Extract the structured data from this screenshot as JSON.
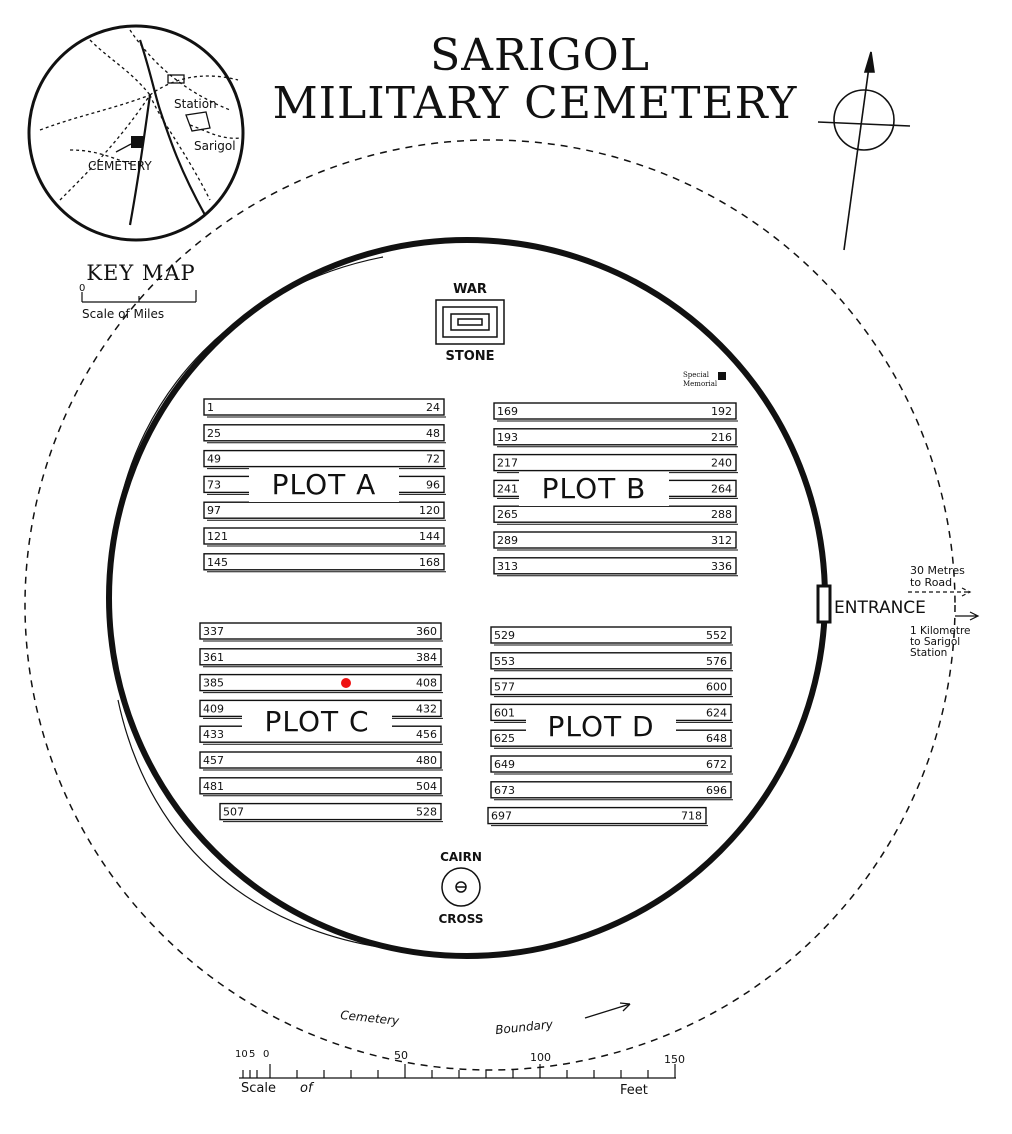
{
  "title": {
    "line1": "SARIGOL",
    "line2": "MILITARY CEMETERY"
  },
  "key_map": {
    "label": "KEY MAP",
    "scale_label": "Scale of Miles",
    "scale_zero": "0",
    "station": "Station",
    "village": "Sarigol",
    "cemetery": "CEMETERY"
  },
  "war_stone": {
    "top": "WAR",
    "bottom": "STONE"
  },
  "special_memorial": {
    "line1": "Special",
    "line2": "Memorial"
  },
  "cairn_cross": {
    "top": "CAIRN",
    "bottom": "CROSS"
  },
  "entrance": {
    "label": "ENTRANCE",
    "road_line1": "30 Metres",
    "road_line2": "to Road",
    "station_line1": "1 Kilometre",
    "station_line2": "to Sarigol",
    "station_line3": "Station"
  },
  "boundary": {
    "word1": "Cemetery",
    "word2": "Boundary"
  },
  "scale_feet": {
    "ticks": [
      "10",
      "5",
      "0",
      "50",
      "100",
      "150"
    ],
    "word1": "Scale",
    "word2": "of",
    "word3": "Feet"
  },
  "plots": [
    {
      "name": "PLOT A",
      "rows": [
        {
          "start": "1",
          "end": "24"
        },
        {
          "start": "25",
          "end": "48"
        },
        {
          "start": "49",
          "end": "72"
        },
        {
          "start": "73",
          "end": "96"
        },
        {
          "start": "97",
          "end": "120"
        },
        {
          "start": "121",
          "end": "144"
        },
        {
          "start": "145",
          "end": "168"
        }
      ]
    },
    {
      "name": "PLOT B",
      "rows": [
        {
          "start": "169",
          "end": "192"
        },
        {
          "start": "193",
          "end": "216"
        },
        {
          "start": "217",
          "end": "240"
        },
        {
          "start": "241",
          "end": "264"
        },
        {
          "start": "265",
          "end": "288"
        },
        {
          "start": "289",
          "end": "312"
        },
        {
          "start": "313",
          "end": "336"
        }
      ]
    },
    {
      "name": "PLOT C",
      "rows": [
        {
          "start": "337",
          "end": "360"
        },
        {
          "start": "361",
          "end": "384"
        },
        {
          "start": "385",
          "end": "408"
        },
        {
          "start": "409",
          "end": "432"
        },
        {
          "start": "433",
          "end": "456"
        },
        {
          "start": "457",
          "end": "480"
        },
        {
          "start": "481",
          "end": "504"
        },
        {
          "start": "507",
          "end": "528"
        }
      ]
    },
    {
      "name": "PLOT D",
      "rows": [
        {
          "start": "529",
          "end": "552"
        },
        {
          "start": "553",
          "end": "576"
        },
        {
          "start": "577",
          "end": "600"
        },
        {
          "start": "601",
          "end": "624"
        },
        {
          "start": "625",
          "end": "648"
        },
        {
          "start": "649",
          "end": "672"
        },
        {
          "start": "673",
          "end": "696"
        },
        {
          "start": "697",
          "end": "718"
        }
      ]
    }
  ],
  "colors": {
    "ink": "#111111",
    "marker": "#ee1111",
    "paper": "#ffffff"
  }
}
